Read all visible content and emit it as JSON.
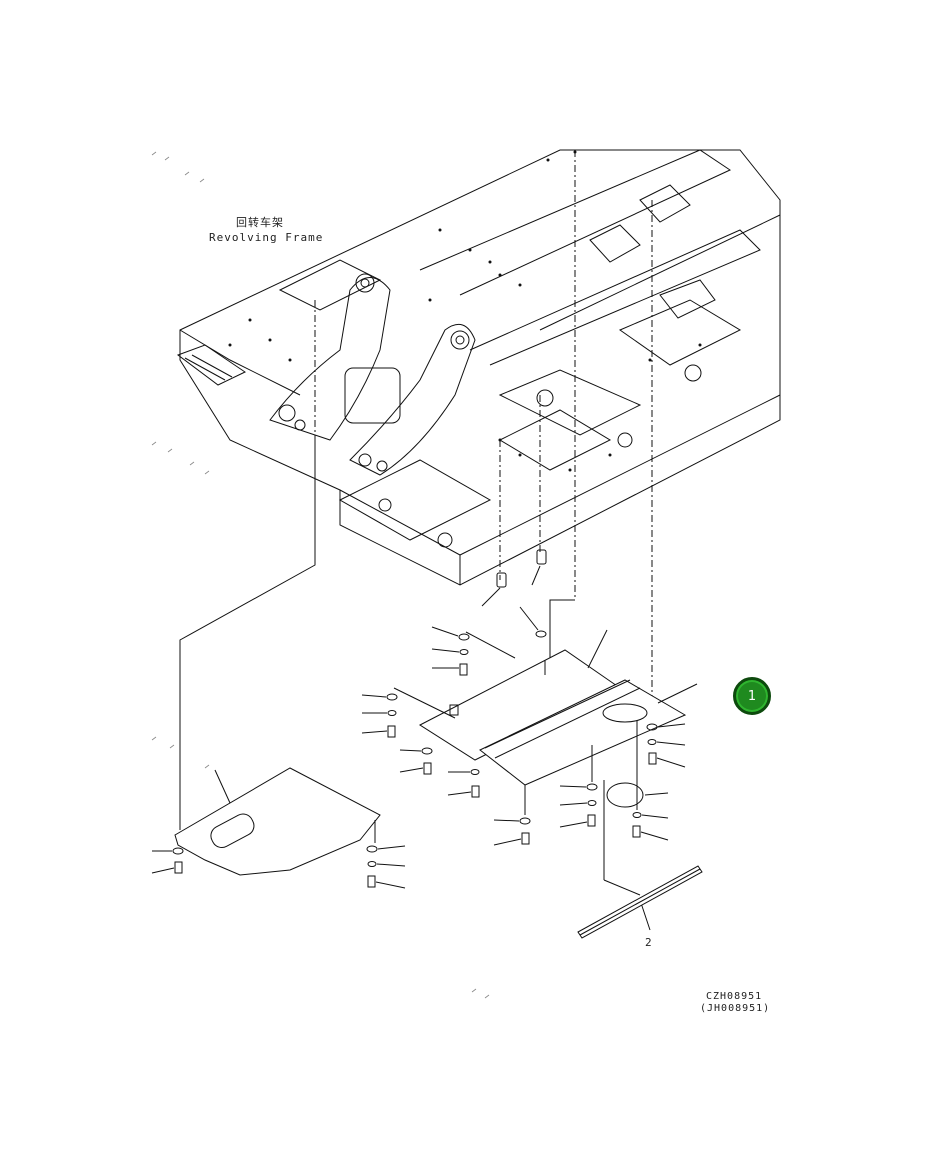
{
  "frame_label": {
    "chinese": "回转车架",
    "english": "Revolving Frame"
  },
  "callout": {
    "number": "1",
    "color": "#1f8a1f"
  },
  "part_numbers": {
    "item_2": "2"
  },
  "drawing_codes": {
    "primary": "CZH08951",
    "secondary": "(JH008951)"
  }
}
